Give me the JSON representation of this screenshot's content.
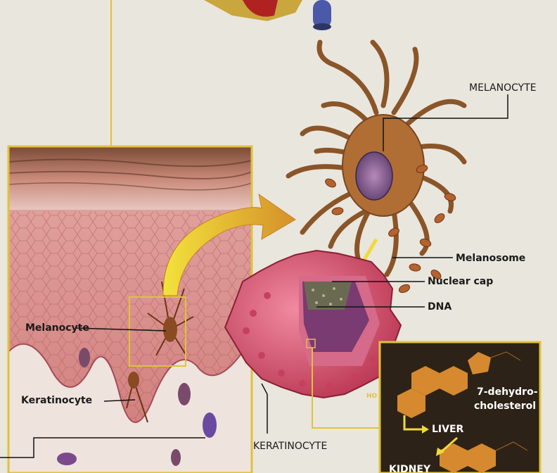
{
  "labels": {
    "melanocyte_upper": "MELANOCYTE",
    "melanosome": "Melanosome",
    "nuclear_cap": "Nuclear cap",
    "dna": "DNA",
    "melanocyte_skin": "Melanocyte",
    "keratinocyte_skin": "Keratinocyte",
    "keratinocyte_upper": "KERATINOCYTE"
  },
  "inset": {
    "compound": "7-dehydro-",
    "compound_line2": "cholesterol",
    "step1": "LIVER",
    "step2": "KIDNEY",
    "ho_mark": "HO"
  },
  "colors": {
    "background": "#e9e6dd",
    "frame_gold": "#e0c23a",
    "inset_bg": "#2d2217",
    "molecule_orange": "#d6892e",
    "arrow_yellow": "#f0d93a",
    "keratinocyte_pink": "#d9566f",
    "melanocyte_brown": "#a8682f"
  }
}
